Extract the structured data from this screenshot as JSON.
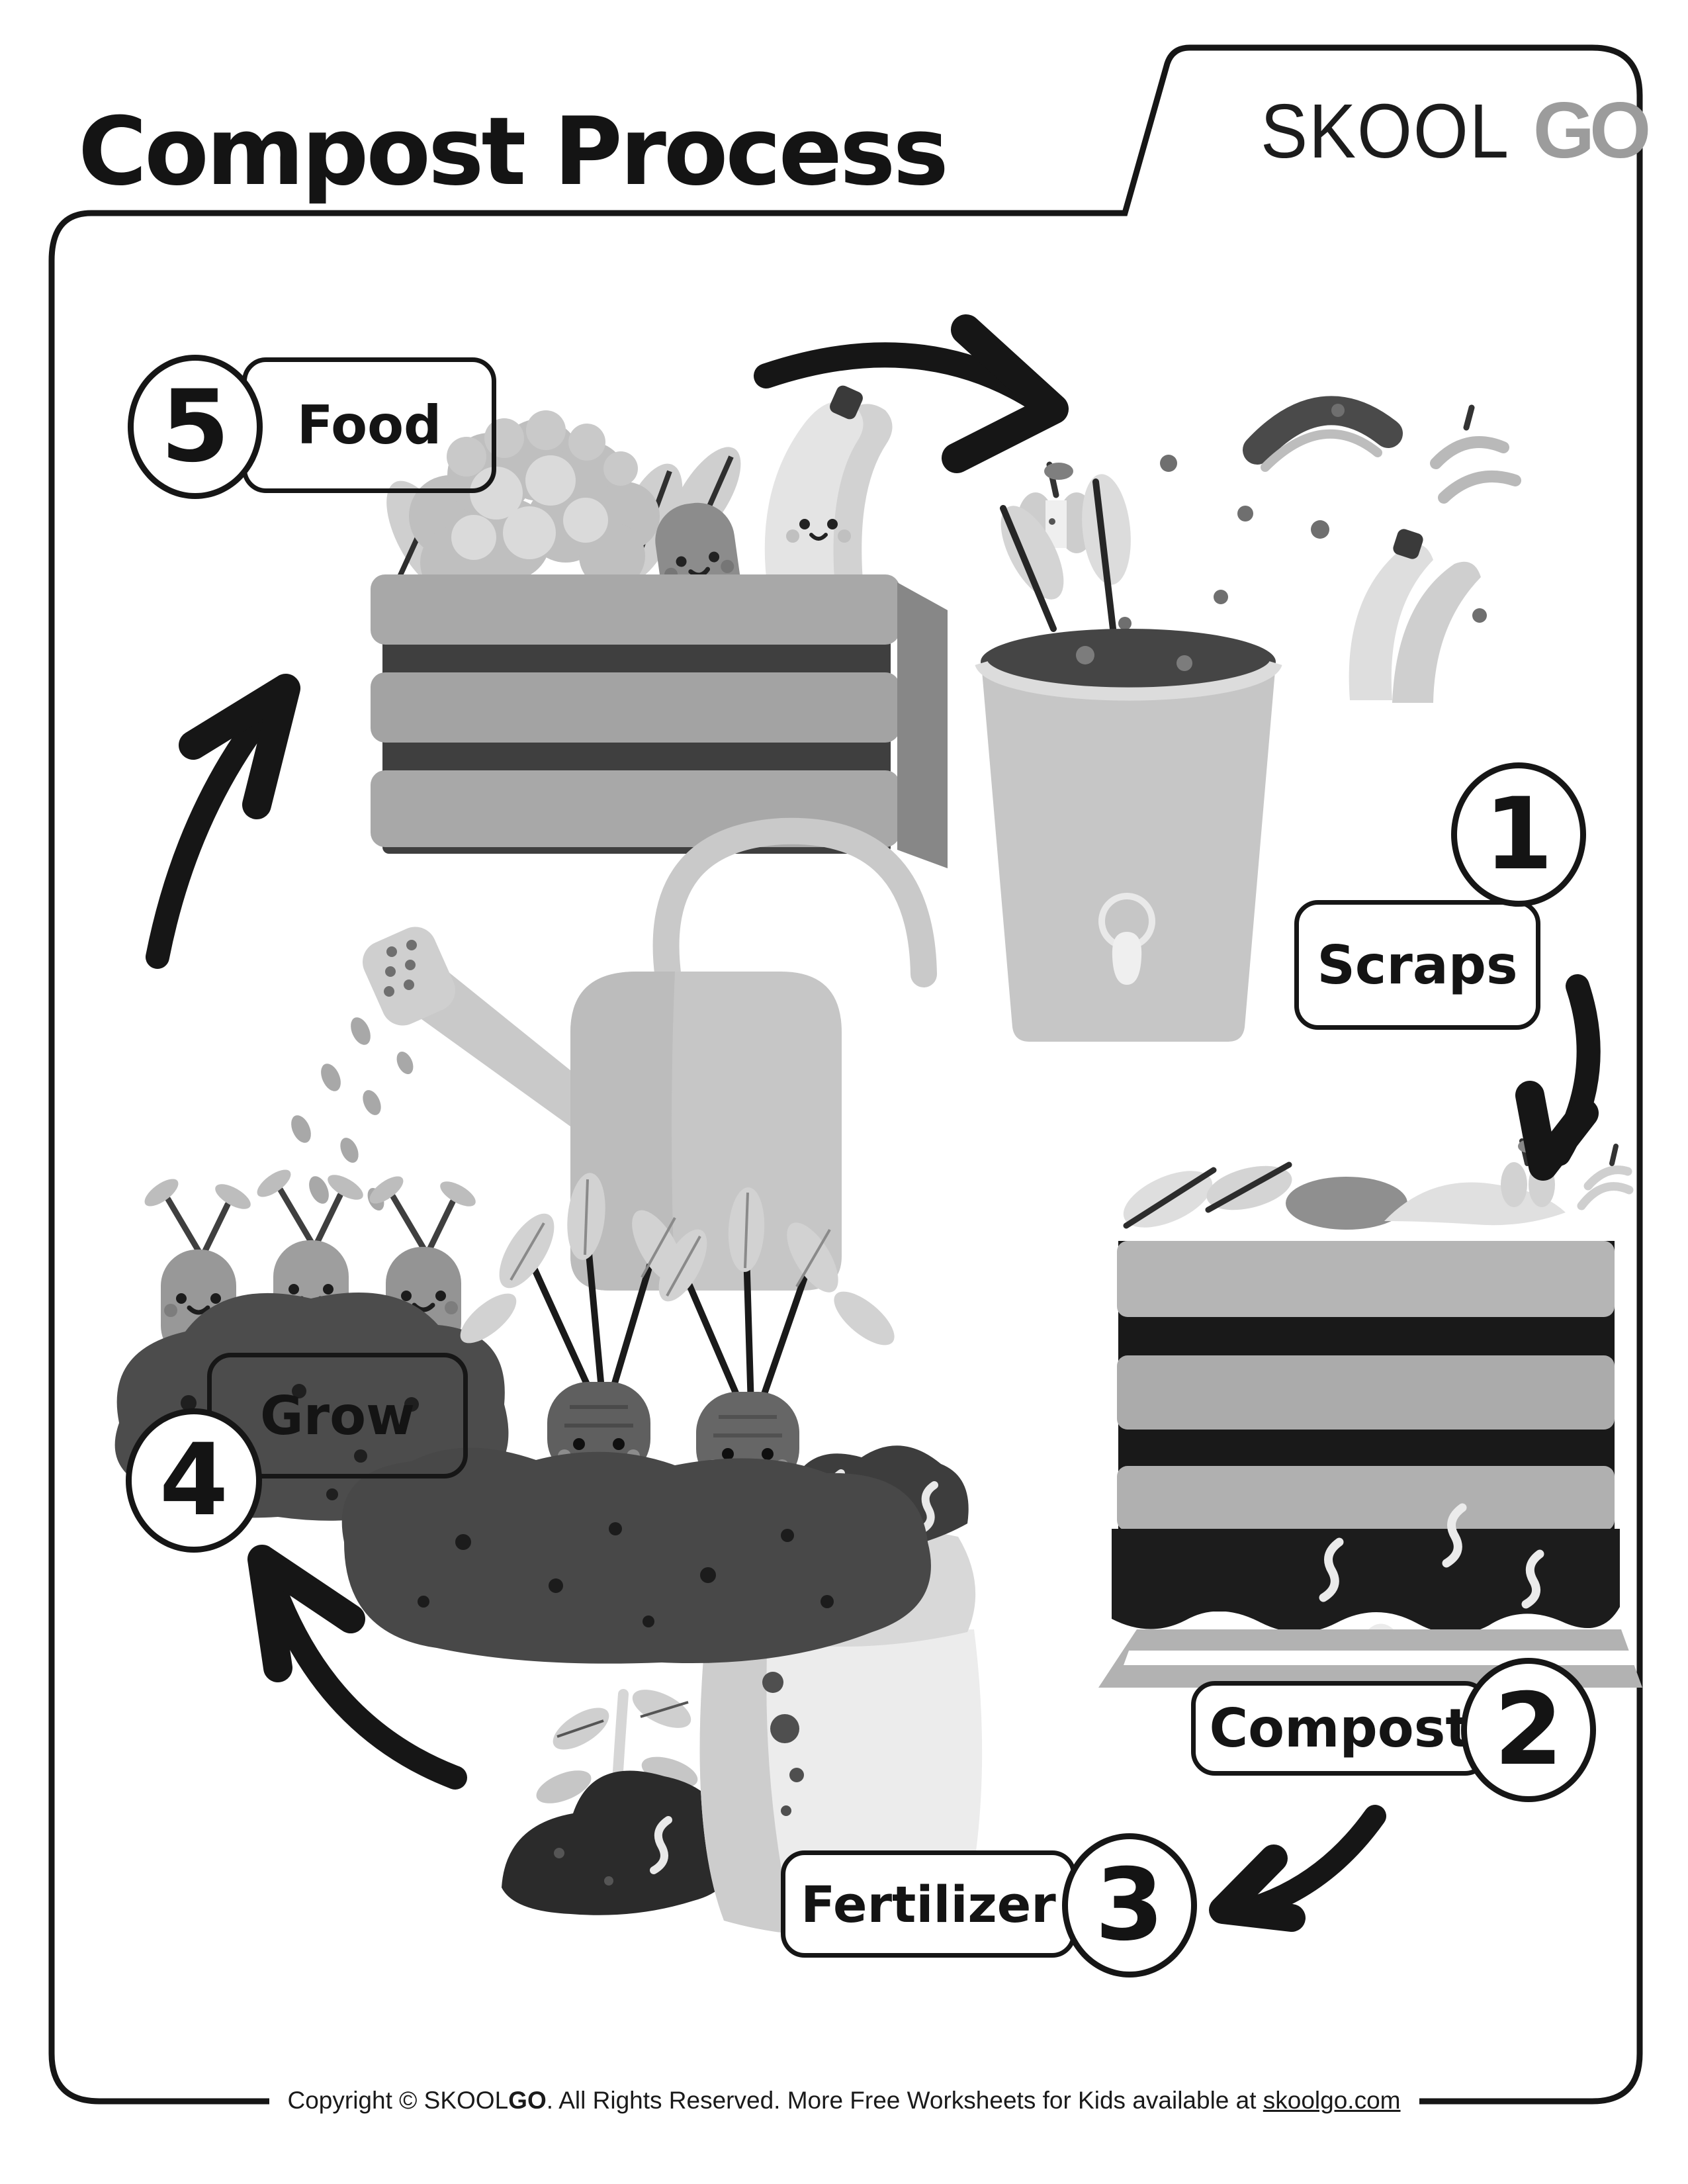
{
  "page": {
    "title": "Compost Process",
    "logo": {
      "skool": "SKOOL",
      "go": "GO"
    },
    "footer": {
      "pre": "Copyright © SKOOL",
      "brand_bold": "GO",
      "mid": ". All Rights Reserved. More Free Worksheets for Kids available at ",
      "link": "skoolgo.com"
    }
  },
  "steps": [
    {
      "num": "1",
      "label": "Scraps"
    },
    {
      "num": "2",
      "label": "Compost"
    },
    {
      "num": "3",
      "label": "Fertilizer"
    },
    {
      "num": "4",
      "label": "Grow"
    },
    {
      "num": "5",
      "label": "Food"
    }
  ],
  "icons": {
    "arrow_style": "hand-drawn curved black arrows forming a cycle",
    "food_crate": "crate of vegetables and fruit",
    "scraps_bin": "bin with food scraps falling in",
    "compost_bin": "slatted compost bin with worms",
    "fertilizer_bag": "sack of dark fertilizer with seedling",
    "grow_garden": "carrots and beets watered by a watering can"
  },
  "colors": {
    "ink": "#161616",
    "paper": "#ffffff",
    "logo_gray": "#9c9c9c",
    "gray_light": "#d6d6d6",
    "gray_mid": "#a5a5a5",
    "gray_dark": "#4a4a4a",
    "soil": "#1f1f1f"
  }
}
